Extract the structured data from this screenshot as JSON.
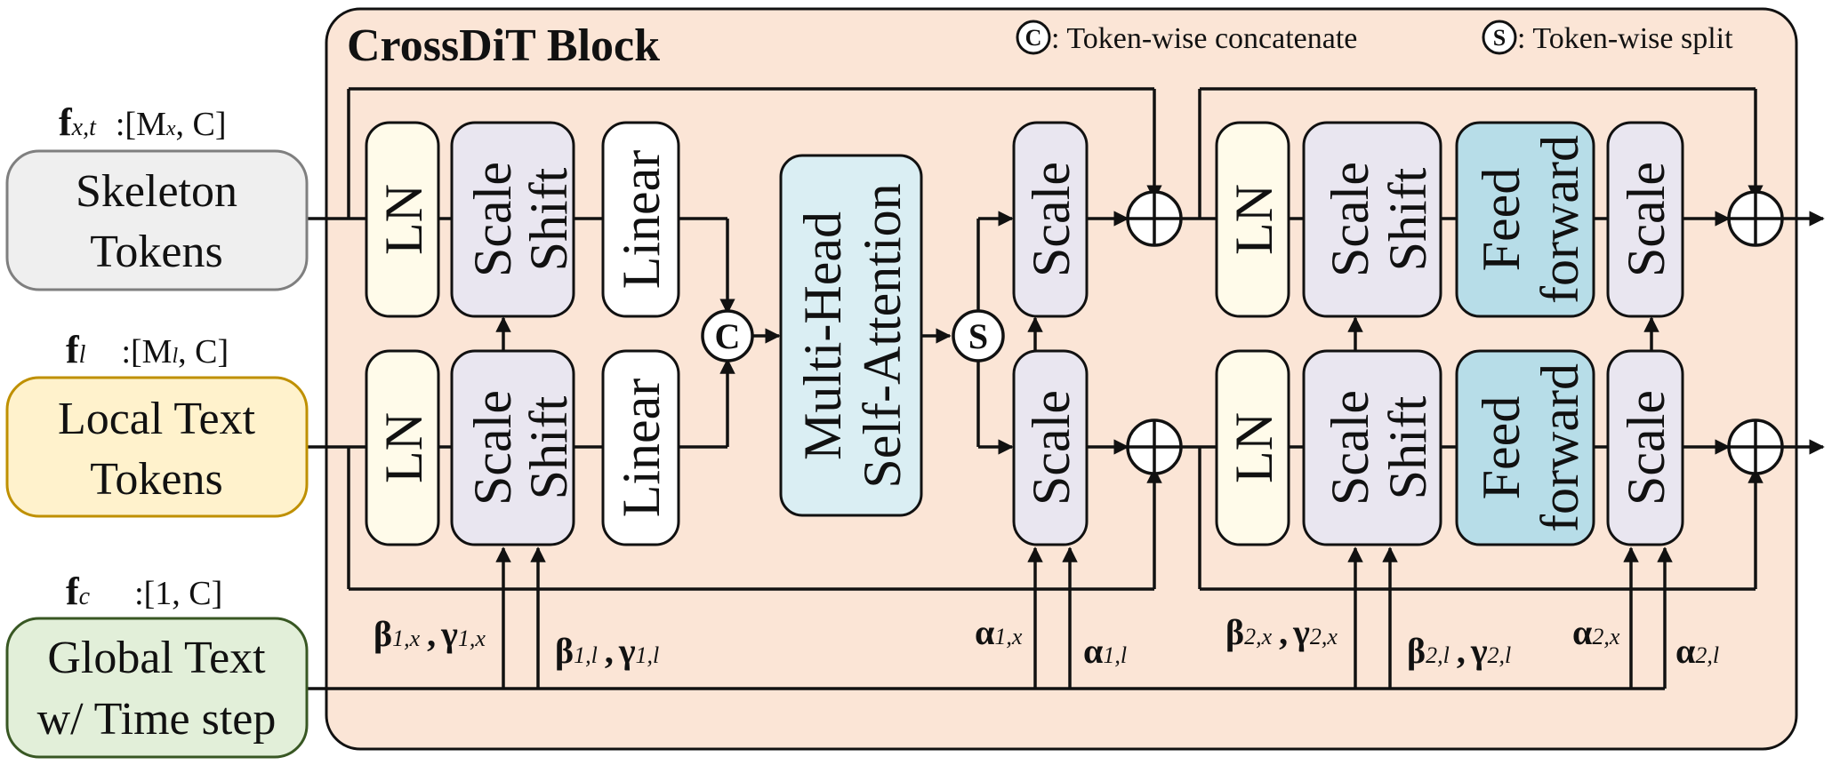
{
  "title": "CrossDiT Block",
  "legend": {
    "concat_symbol": "C",
    "concat_text": ": Token-wise concatenate",
    "split_symbol": "S",
    "split_text": ": Token-wise split"
  },
  "inputs": [
    {
      "label_line1": "Skeleton",
      "label_line2": "Tokens",
      "feature": "f",
      "feature_sub": "x,t",
      "shape_pre": ":[M",
      "shape_sub": "x",
      "shape_post": ", C]"
    },
    {
      "label_line1": "Local Text",
      "label_line2": "Tokens",
      "feature": "f",
      "feature_sub": "l",
      "shape_pre": ":[M",
      "shape_sub": "l",
      "shape_post": ", C]"
    },
    {
      "label_line1": "Global Text",
      "label_line2": "w/ Time step",
      "feature": "f",
      "feature_sub": "c",
      "shape_pre": ":[1, C]",
      "shape_sub": "",
      "shape_post": ""
    }
  ],
  "blocks": {
    "ln": "LN",
    "scale": "Scale",
    "shift": "Shift",
    "linear": "Linear",
    "mhsa_line1": "Multi-Head",
    "mhsa_line2": "Self-Attention",
    "feed_line1": "Feed",
    "feed_line2": "forward",
    "concat": "C",
    "split": "S"
  },
  "params": {
    "b1x": {
      "sym": "β",
      "sub": "1,x"
    },
    "g1x": {
      "sym": "γ",
      "sub": "1,x"
    },
    "b1l": {
      "sym": "β",
      "sub": "1,l"
    },
    "g1l": {
      "sym": "γ",
      "sub": "1,l"
    },
    "a1x": {
      "sym": "α",
      "sub": "1,x"
    },
    "a1l": {
      "sym": "α",
      "sub": "1,l"
    },
    "b2x": {
      "sym": "β",
      "sub": "2,x"
    },
    "g2x": {
      "sym": "γ",
      "sub": "2,x"
    },
    "b2l": {
      "sym": "β",
      "sub": "2,l"
    },
    "g2l": {
      "sym": "γ",
      "sub": "2,l"
    },
    "a2x": {
      "sym": "α",
      "sub": "2,x"
    },
    "a2l": {
      "sym": "α",
      "sub": "2,l"
    },
    "comma": ","
  },
  "colors": {
    "block_bg": "#fbe5d6",
    "skeleton": "#efefef",
    "local_text": "#fff2cc",
    "global_text": "#e2efd9",
    "ln": "#fffbea",
    "scale_shift": "#e9e6f0",
    "linear": "#ffffff",
    "mhsa": "#daeef3",
    "feedforward": "#b7dde8",
    "skeleton_border": "#7f7f7f",
    "local_border": "#bf9000",
    "global_border": "#385723"
  }
}
